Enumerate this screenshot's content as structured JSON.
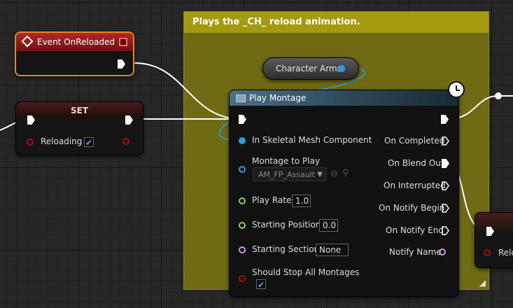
{
  "comment": {
    "text": "Plays the _CH_ reload animation."
  },
  "event_node": {
    "title": "Event OnReloaded"
  },
  "set_node": {
    "title": "SET",
    "pin_label": "Reloading",
    "checked": true
  },
  "variable_node": {
    "label": "Character Arms"
  },
  "play_montage": {
    "title": "Play Montage",
    "inputs": {
      "skeletal": "In Skeletal Mesh Component",
      "montage": "Montage to Play",
      "montage_value": "AM_FP_Assault",
      "play_rate": "Play Rate",
      "play_rate_value": "1.0",
      "starting_position": "Starting Position",
      "starting_position_value": "0.0",
      "starting_section": "Starting Section",
      "starting_section_value": "None",
      "stop_all": "Should Stop All Montages"
    },
    "outputs": {
      "completed": "On Completed",
      "blend_out": "On Blend Out",
      "interrupted": "On Interrupted",
      "notify_begin": "On Notify Begin",
      "notify_end": "On Notify End",
      "notify_name": "Notify Name"
    }
  },
  "right_node": {
    "label": "Relo"
  },
  "colors": {
    "exec": "#ffffff",
    "object_pin": "#1fa3e3",
    "float_pin": "#8ad14a",
    "name_pin": "#c49ce6",
    "bool_pin": "#9b1313",
    "comment_header": "#a49a10",
    "comment_body": "#6f6a13",
    "event_border": "#e08a1b"
  }
}
